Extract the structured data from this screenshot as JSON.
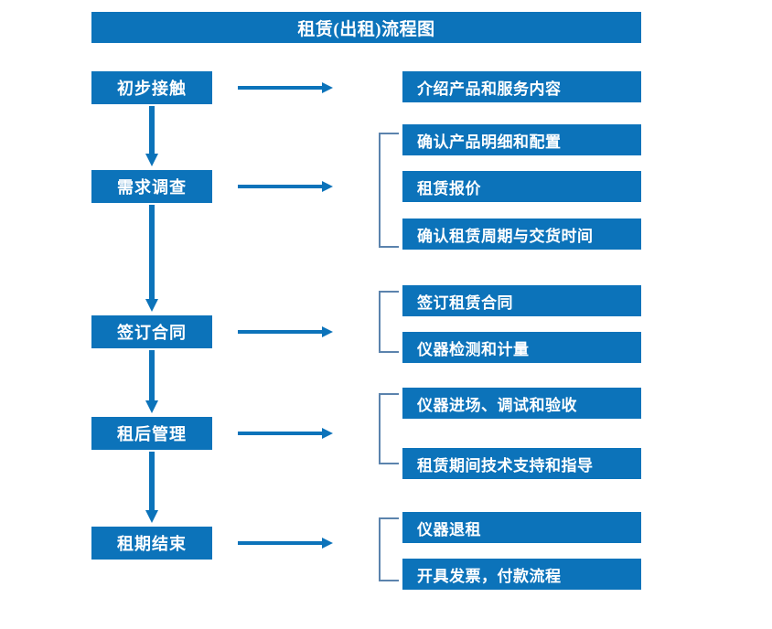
{
  "diagram": {
    "title": "租赁(出租)流程图",
    "colors": {
      "box_fill": "#0c73ba",
      "box_text": "#ffffff",
      "arrow": "#0c73ba",
      "bracket": "#5b83ad",
      "background": "#ffffff"
    },
    "stages": [
      {
        "label": "初步接触",
        "details": [
          "介绍产品和服务内容"
        ]
      },
      {
        "label": "需求调查",
        "details": [
          "确认产品明细和配置",
          "租赁报价",
          "确认租赁周期与交货时间"
        ]
      },
      {
        "label": "签订合同",
        "details": [
          "签订租赁合同",
          "仪器检测和计量"
        ]
      },
      {
        "label": "租后管理",
        "details": [
          "仪器进场、调试和验收",
          "租赁期间技术支持和指导"
        ]
      },
      {
        "label": "租期结束",
        "details": [
          "仪器退租",
          "开具发票，付款流程"
        ]
      }
    ],
    "detail_boxes": [
      {
        "text": "介绍产品和服务内容"
      },
      {
        "text": "确认产品明细和配置"
      },
      {
        "text": "租赁报价"
      },
      {
        "text": "确认租赁周期与交货时间"
      },
      {
        "text": "签订租赁合同"
      },
      {
        "text": "仪器检测和计量"
      },
      {
        "text": "仪器进场、调试和验收"
      },
      {
        "text": "租赁期间技术支持和指导"
      },
      {
        "text": "仪器退租"
      },
      {
        "text": "开具发票，付款流程"
      }
    ],
    "icons": {
      "h_arrow": "right-arrow-icon",
      "v_arrow": "down-arrow-icon",
      "bracket": "group-bracket-icon"
    }
  }
}
